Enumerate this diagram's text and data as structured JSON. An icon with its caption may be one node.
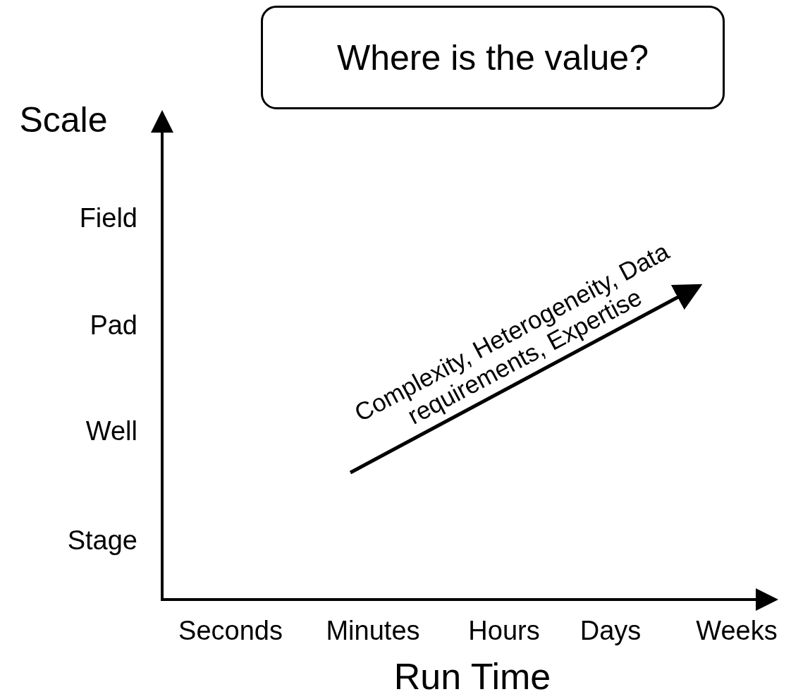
{
  "diagram": {
    "nodes": [
      {
        "text": [
          "Where is the value?"
        ]
      }
    ],
    "edges": [],
    "labels": [
      "Scale",
      "Field",
      "Complexity, Heterogeneity, Data requirements, Expertise",
      "Pad",
      "Well",
      "Stage",
      "Seconds",
      "Minutes",
      "Hours",
      "Days",
      "Weeks",
      "Run Time"
    ]
  }
}
